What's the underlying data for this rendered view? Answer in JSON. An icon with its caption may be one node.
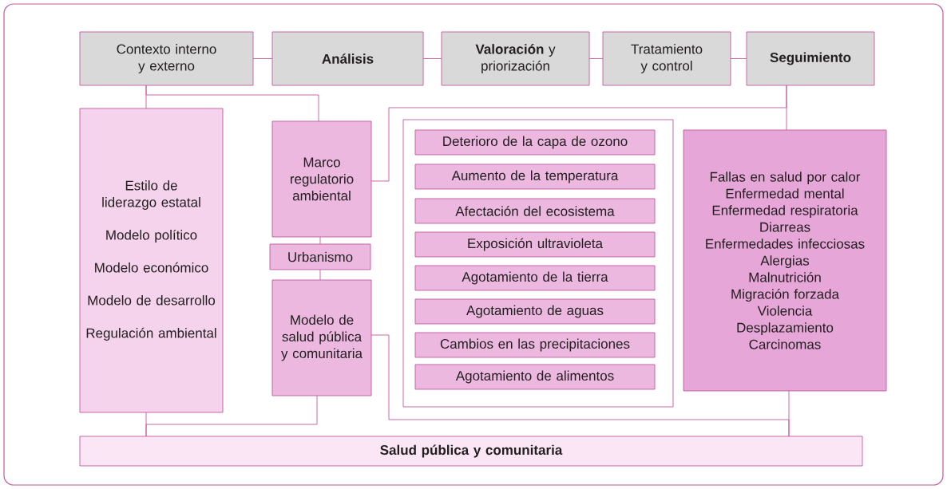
{
  "diagram": {
    "nodes": [
      {
        "text": [
          "Contexto interno y externo"
        ]
      },
      {
        "text": [
          "Análisis"
        ]
      },
      {
        "text": [
          "**Valoración** y priorización"
        ]
      },
      {
        "text": [
          "Tratamiento y control"
        ]
      },
      {
        "text": [
          "Seguimiento"
        ]
      },
      {
        "text": [
          "Estilo de liderazgo estatal",
          "Modelo político",
          "Modelo económico",
          "Modelo de desarrollo",
          "Regulación ambiental"
        ]
      },
      {
        "text": [
          "Marco regulatorio ambiental"
        ]
      },
      {
        "text": [
          "Urbanismo"
        ]
      },
      {
        "text": [
          "Modelo de salud pública y comunitaria"
        ]
      },
      {
        "text": [],
        "shape": "box"
      },
      {
        "text": [
          "Deterioro de la capa de ozono"
        ],
        "in": 9
      },
      {
        "text": [
          "Aumento de la temperatura"
        ],
        "in": 9
      },
      {
        "text": [
          "Afectación del ecosistema"
        ],
        "in": 9
      },
      {
        "text": [
          "Exposición ultravioleta"
        ],
        "in": 9
      },
      {
        "text": [
          "Agotamiento de la tierra"
        ],
        "in": 9
      },
      {
        "text": [
          "Agotamiento de aguas"
        ],
        "in": 9
      },
      {
        "text": [
          "Cambios en las precipitaciones"
        ],
        "in": 9
      },
      {
        "text": [
          "Agotamiento de alimentos"
        ],
        "in": 9
      },
      {
        "text": [
          "Fallas en salud por calor",
          "Enfermedad mental",
          "Enfermedad respiratoria",
          "Diarreas",
          "Enfermedades infecciosas",
          "Alergias",
          "Malnutrición",
          "Migración forzada",
          "Violencia",
          "Desplazamiento",
          "Carcinomas"
        ]
      },
      {
        "text": [
          "Salud pública y comunitaria"
        ]
      }
    ],
    "edges": [
      {
        "from": 0,
        "to": 1,
        "arrow": "none"
      },
      {
        "from": 1,
        "to": 2,
        "arrow": "none"
      },
      {
        "from": 2,
        "to": 3,
        "arrow": "none"
      },
      {
        "from": 3,
        "to": 4,
        "arrow": "none"
      },
      {
        "from": 0,
        "to": 5,
        "arrow": "none"
      },
      {
        "from": 0,
        "to": 6,
        "arrow": "none"
      },
      {
        "from": 4,
        "to": 6,
        "arrow": "none"
      },
      {
        "from": 4,
        "to": 18,
        "arrow": "none"
      },
      {
        "from": 6,
        "to": 7,
        "arrow": "none"
      },
      {
        "from": 7,
        "to": 8,
        "arrow": "none"
      },
      {
        "from": 5,
        "to": 19,
        "arrow": "none"
      },
      {
        "from": 8,
        "to": 19,
        "arrow": "none"
      },
      {
        "from": 8,
        "to": 19,
        "arrow": "none"
      },
      {
        "from": 18,
        "to": 19,
        "arrow": "none"
      }
    ]
  }
}
